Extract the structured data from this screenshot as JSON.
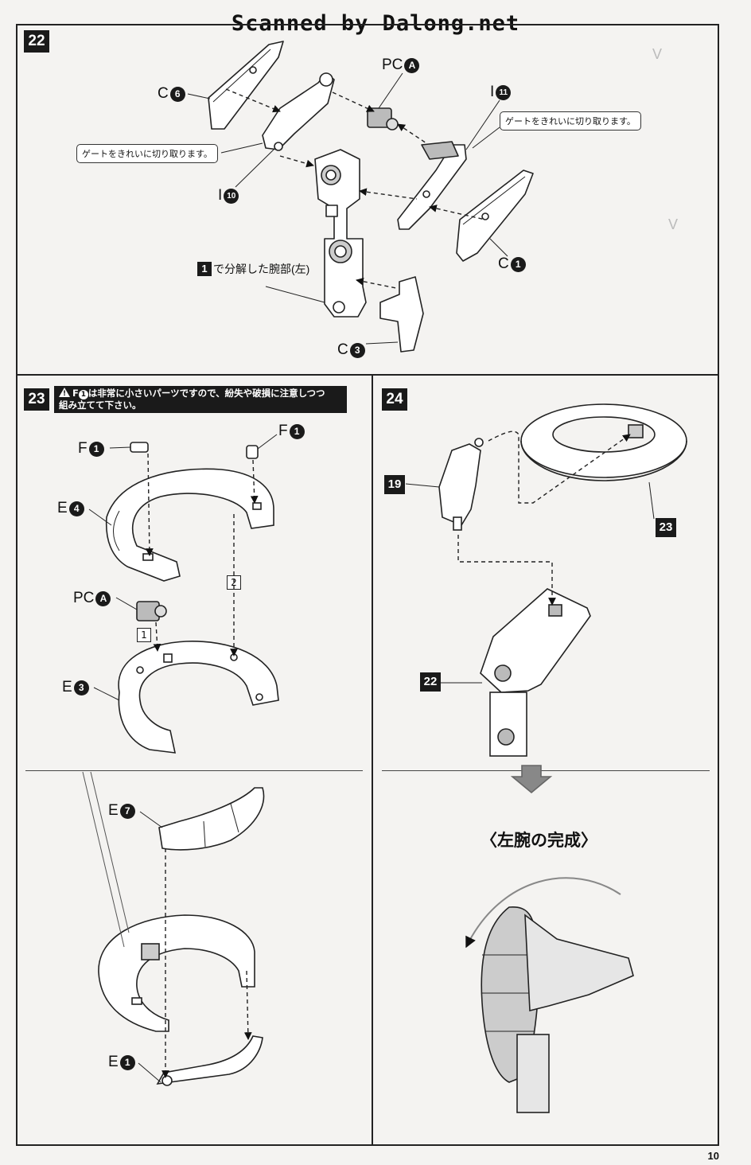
{
  "header": {
    "scan_credit": "Scanned by Dalong.net"
  },
  "page_number": "10",
  "steps": {
    "s22": {
      "number": "22",
      "parts": {
        "c6": {
          "letter": "C",
          "num": "6"
        },
        "pca": {
          "letter": "PC",
          "num": "A"
        },
        "i11": {
          "letter": "I",
          "num": "11"
        },
        "i10": {
          "letter": "I",
          "num": "10"
        },
        "c1": {
          "letter": "C",
          "num": "1"
        },
        "c3": {
          "letter": "C",
          "num": "3"
        }
      },
      "note_gate_right": "ゲートをきれいに切り取ります。",
      "note_gate_left": "ゲートをきれいに切り取ります。",
      "ref_arm": {
        "ref": "1",
        "text": "で分解した腕部(左)"
      }
    },
    "s23": {
      "number": "23",
      "warning_part": "F",
      "warning_num": "1",
      "warning_text_1": "は非常に小さいパーツですので、紛失や破損に注意しつつ",
      "warning_text_2": "組み立てて下さい。",
      "parts": {
        "f1_left": {
          "letter": "F",
          "num": "1"
        },
        "f1_right": {
          "letter": "F",
          "num": "1"
        },
        "e4": {
          "letter": "E",
          "num": "4"
        },
        "pca": {
          "letter": "PC",
          "num": "A"
        },
        "e3": {
          "letter": "E",
          "num": "3"
        },
        "e7": {
          "letter": "E",
          "num": "7"
        },
        "e1": {
          "letter": "E",
          "num": "1"
        }
      },
      "order_1": "1",
      "order_2": "2"
    },
    "s24": {
      "number": "24",
      "ref_19": "19",
      "ref_23": "23",
      "ref_22": "22",
      "caption": "〈左腕の完成〉"
    }
  }
}
